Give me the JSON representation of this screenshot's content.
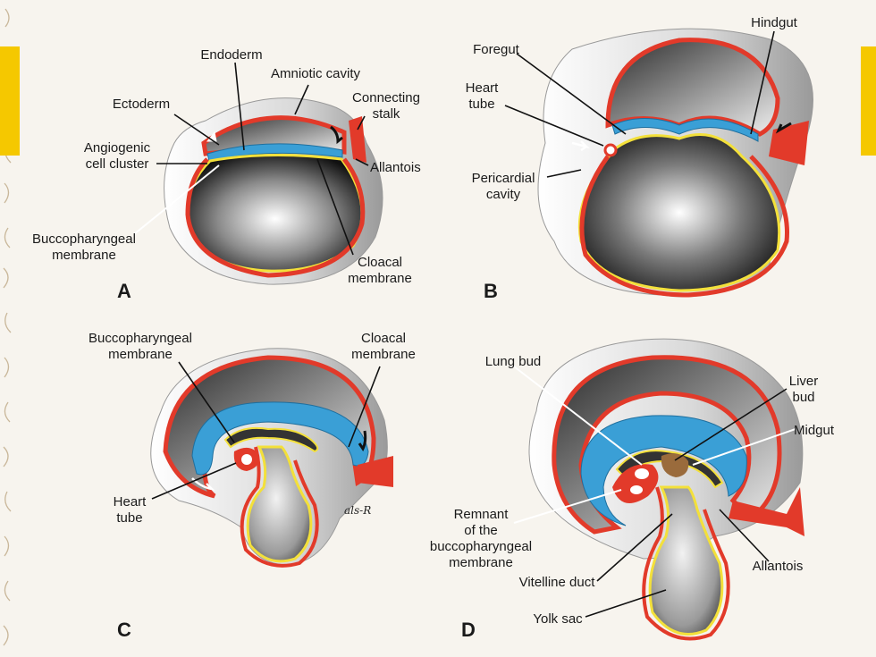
{
  "colors": {
    "ectoderm": "#e23a2a",
    "endoderm": "#3a9fd6",
    "yolk_line": "#f3e03a",
    "accent_bar": "#f5c800",
    "liver": "#9a6b3c",
    "page": "#f7f4ee"
  },
  "panels": {
    "a": {
      "letter": "A",
      "endoderm": "Endoderm",
      "amniotic_cavity": "Amniotic cavity",
      "ectoderm": "Ectoderm",
      "connecting_stalk": [
        "Connecting",
        "stalk"
      ],
      "angiogenic": [
        "Angiogenic",
        "cell cluster"
      ],
      "allantois": "Allantois",
      "buccopharyngeal": [
        "Buccopharyngeal",
        "membrane"
      ],
      "cloacal": [
        "Cloacal",
        "membrane"
      ]
    },
    "b": {
      "letter": "B",
      "hindgut": "Hindgut",
      "foregut": "Foregut",
      "heart_tube": [
        "Heart",
        "tube"
      ],
      "pericardial": [
        "Pericardial",
        "cavity"
      ]
    },
    "c": {
      "letter": "C",
      "buccopharyngeal": [
        "Buccopharyngeal",
        "membrane"
      ],
      "cloacal": [
        "Cloacal",
        "membrane"
      ],
      "heart_tube": [
        "Heart",
        "tube"
      ],
      "signature": "als-R"
    },
    "d": {
      "letter": "D",
      "lung_bud": "Lung bud",
      "liver_bud": [
        "Liver",
        "bud"
      ],
      "midgut": "Midgut",
      "remnant": [
        "Remnant",
        "of the",
        "buccopharyngeal",
        "membrane"
      ],
      "allantois": "Allantois",
      "vitelline_duct": "Vitelline duct",
      "yolk_sac": "Yolk sac"
    }
  }
}
